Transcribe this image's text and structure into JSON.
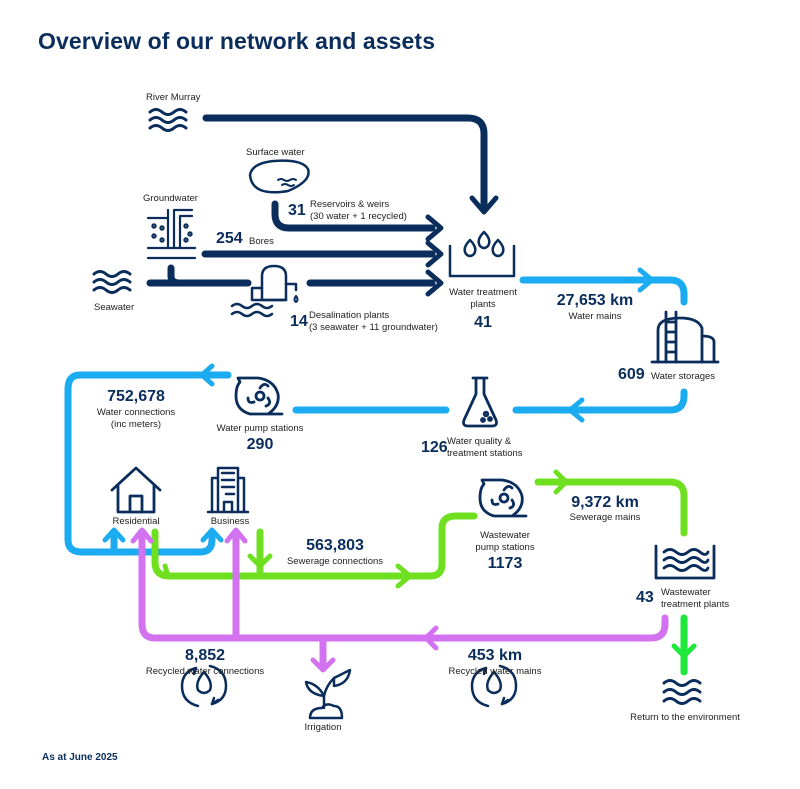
{
  "title": "Overview of our network and assets",
  "footer": "As at June 2025",
  "colors": {
    "navy": "#0a2d5c",
    "potable_blue": "#1aabf0",
    "sewer_green": "#6fe01f",
    "environment_green": "#1ee83a",
    "recycled_purple": "#d272f0"
  },
  "sources": {
    "river_murray": "River Murray",
    "surface_water": "Surface water",
    "groundwater": "Groundwater",
    "seawater": "Seawater"
  },
  "assets": {
    "reservoirs": {
      "value": "31",
      "label": "Reservoirs & weirs",
      "sublabel": "(30 water + 1 recycled)"
    },
    "bores": {
      "value": "254",
      "label": "Bores"
    },
    "desalination": {
      "value": "14",
      "label": "Desalination plants",
      "sublabel": "(3 seawater + 11 groundwater)"
    },
    "water_treatment": {
      "value": "41",
      "label_line1": "Water treatment",
      "label_line2": "plants"
    },
    "water_mains": {
      "value": "27,653 km",
      "label": "Water mains"
    },
    "water_storages": {
      "value": "609",
      "label": "Water storages"
    },
    "water_quality": {
      "value": "126",
      "label_line1": "Water quality &",
      "label_line2": "treatment stations"
    },
    "water_pump": {
      "value": "290",
      "label": "Water pump stations"
    },
    "water_connections": {
      "value": "752,678",
      "label_line1": "Water connections",
      "label_line2": "(inc meters)"
    },
    "residential": {
      "label": "Residential"
    },
    "business": {
      "label": "Business"
    },
    "sewerage_connections": {
      "value": "563,803",
      "label": "Sewerage connections"
    },
    "wastewater_pump": {
      "value": "1173",
      "label_line1": "Wastewater",
      "label_line2": "pump stations"
    },
    "sewerage_mains": {
      "value": "9,372 km",
      "label": "Sewerage mains"
    },
    "wastewater_treatment": {
      "value": "43",
      "label_line1": "Wastewater",
      "label_line2": "treatment plants"
    },
    "recycled_connections": {
      "value": "8,852",
      "label": "Recycled water connections"
    },
    "irrigation": {
      "label": "Irrigation"
    },
    "recycled_mains": {
      "value": "453 km",
      "label": "Recycled water mains"
    },
    "environment": {
      "label": "Return to the environment"
    }
  },
  "icons": {
    "river_murray": "waves-icon",
    "surface_water": "pond-icon",
    "groundwater": "aquifer-icon",
    "seawater": "waves-icon",
    "desalination": "desalination-plant-icon",
    "water_treatment": "water-drops-tank-icon",
    "water_storages": "storage-tank-icon",
    "water_quality": "flask-icon",
    "water_pump": "pump-icon",
    "residential": "house-icon",
    "business": "office-building-icon",
    "wastewater_pump": "pump-icon",
    "wastewater_treatment": "wastewater-tank-icon",
    "recycled": "recycle-drop-icon",
    "irrigation": "plant-icon",
    "environment": "waves-icon"
  }
}
